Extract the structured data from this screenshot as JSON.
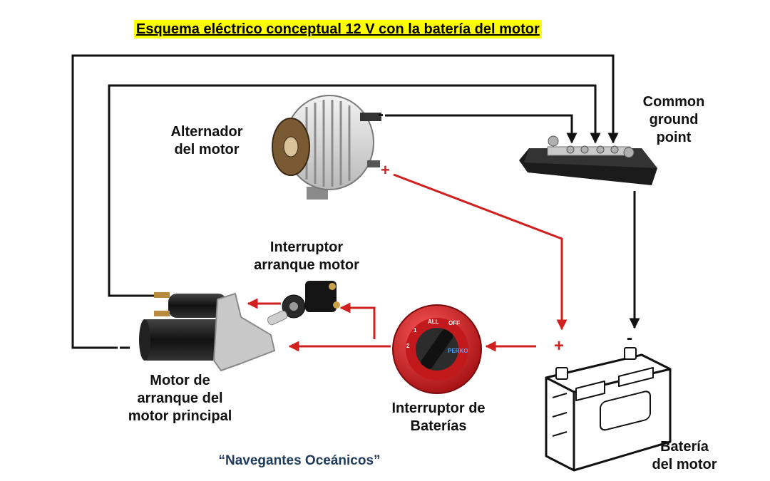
{
  "title": "Esquema eléctrico conceptual 12 V con la batería del motor",
  "credit": "“Navegantes Oceánicos”",
  "labels": {
    "alternator": [
      "Alternador",
      "del motor"
    ],
    "ground": [
      "Common",
      "ground",
      "point"
    ],
    "ignition_switch": [
      "Interruptor",
      "arranque motor"
    ],
    "starter": [
      "Motor de",
      "arranque del",
      "motor principal"
    ],
    "battery_switch": [
      "Interruptor de",
      "Baterías"
    ],
    "battery": [
      "Batería",
      "del motor"
    ]
  },
  "terminals": {
    "positive": "+",
    "negative": "-"
  },
  "switch_dial": {
    "positions": [
      "1",
      "ALL",
      "OFF",
      "2"
    ],
    "brand": "PERKO"
  },
  "colors": {
    "positive_wire": "#d0201f",
    "negative_wire": "#111111",
    "title_highlight": "#ffff00",
    "credit_text": "#1f3b5c"
  }
}
